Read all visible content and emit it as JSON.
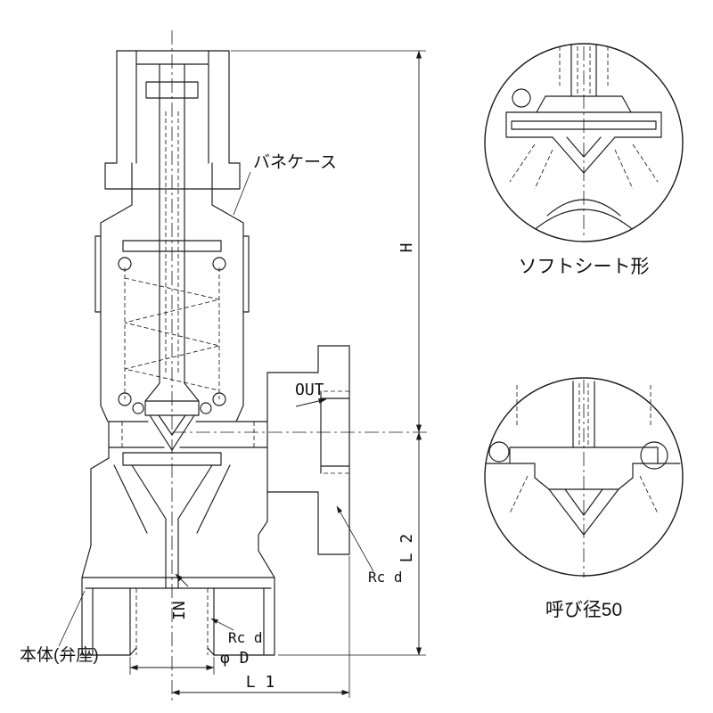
{
  "main_view": {
    "part_labels": {
      "spring_case": "バネケース",
      "body_seat": "本体(弁座)"
    },
    "port_labels": {
      "out": "OUT",
      "in": "IN"
    },
    "thread_labels": {
      "outlet": "Rc d",
      "inlet": "Rc d"
    },
    "dimensions": {
      "height": "H",
      "l1": "L 1",
      "l2": "L 2",
      "bore": "φ D"
    }
  },
  "detail_views": [
    {
      "caption": "ソフトシート形"
    },
    {
      "caption": "呼び径50"
    }
  ],
  "colors": {
    "line": "#1a1a1a",
    "background": "#ffffff"
  }
}
